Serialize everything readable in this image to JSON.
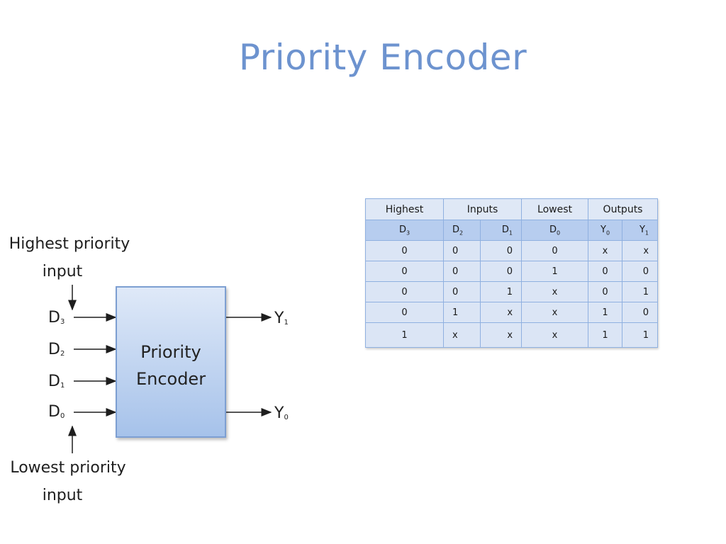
{
  "slide": {
    "title": "Priority Encoder"
  },
  "diagram": {
    "top_note": [
      "Highest priority",
      "input"
    ],
    "bottom_note": [
      "Lowest priority",
      "input"
    ],
    "block": [
      "Priority",
      "Encoder"
    ],
    "inputs": [
      "D3",
      "D2",
      "D1",
      "D0"
    ],
    "outputs": [
      "Y1",
      "Y0"
    ]
  },
  "table": {
    "group_headers": [
      "Highest",
      "Inputs",
      "Lowest",
      "Outputs"
    ],
    "columns": [
      "D3",
      "D2",
      "D1",
      "D0",
      "Y0",
      "Y1"
    ],
    "rows": [
      [
        "0",
        "0",
        "0",
        "0",
        "x",
        "x"
      ],
      [
        "0",
        "0",
        "0",
        "1",
        "0",
        "0"
      ],
      [
        "0",
        "0",
        "1",
        "x",
        "0",
        "1"
      ],
      [
        "0",
        "1",
        "x",
        "x",
        "1",
        "0"
      ],
      [
        "1",
        "x",
        "x",
        "x",
        "1",
        "1"
      ]
    ]
  }
}
